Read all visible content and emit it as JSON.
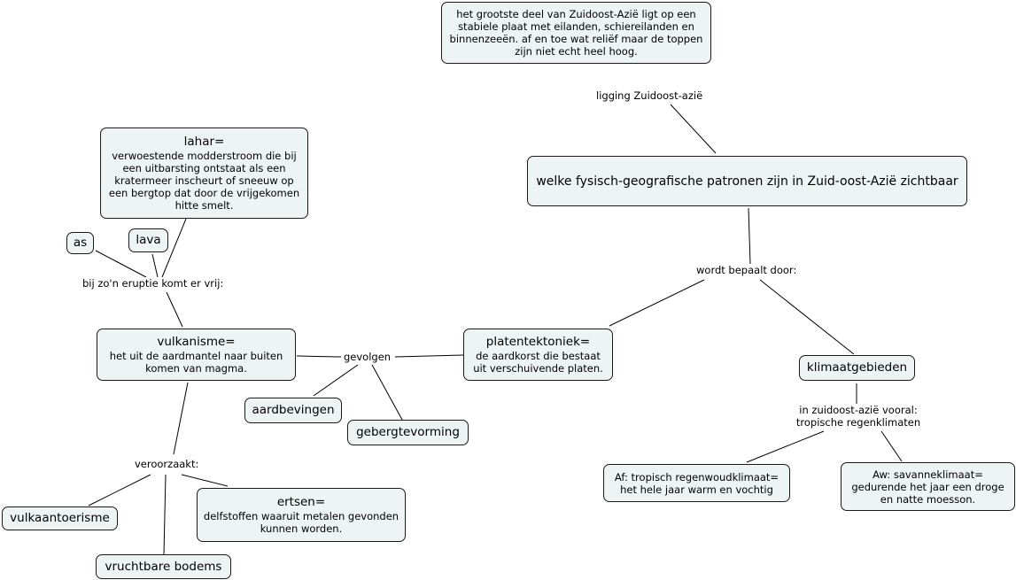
{
  "nodes": {
    "ligging_text": "het grootste deel van Zuidoost-Azië ligt op een stabiele plaat met eilanden, schiereilanden en binnenzeeën. af en toe wat reliëf maar de toppen zijn niet echt heel hoog.",
    "main_question": "welke fysisch-geografische patronen zijn in Zuid-oost-Azië zichtbaar",
    "lahar": {
      "title": "lahar=",
      "text": "verwoestende modderstroom die bij een uitbarsting ontstaat als een kratermeer inscheurt of sneeuw op een bergtop dat door de vrijgekomen hitte smelt."
    },
    "as": "as",
    "lava": "lava",
    "vulkanisme": {
      "title": "vulkanisme=",
      "text": "het uit de aardmantel naar buiten komen van magma."
    },
    "platentektoniek": {
      "title": "platentektoniek=",
      "text": "de aardkorst die bestaat uit verschuivende platen."
    },
    "aardbevingen": "aardbevingen",
    "gebergtevorming": "gebergtevorming",
    "klimaatgebieden": "klimaatgebieden",
    "af": "Af: tropisch regenwoudklimaat= het hele jaar warm en vochtig",
    "aw": "Aw: savanneklimaat= gedurende het jaar een droge en natte moesson.",
    "vulkaantoerisme": "vulkaantoerisme",
    "ertsen": {
      "title": "ertsen=",
      "text": "delfstoffen waaruit metalen gevonden kunnen worden."
    },
    "vruchtbare_bodems": "vruchtbare bodems"
  },
  "links": {
    "ligging": "ligging Zuidoost-azië",
    "wordt_bepaald": "wordt bepaalt door:",
    "eruptie": "bij zo'n eruptie komt er vrij:",
    "gevolgen": "gevolgen",
    "zuidoost_azie": "in zuidoost-azië vooral: tropische regenklimaten",
    "veroorzaakt": "veroorzaakt:"
  },
  "colors": {
    "node_fill": "#eef3f4",
    "border": "#1a1a1a",
    "line": "#000000"
  }
}
